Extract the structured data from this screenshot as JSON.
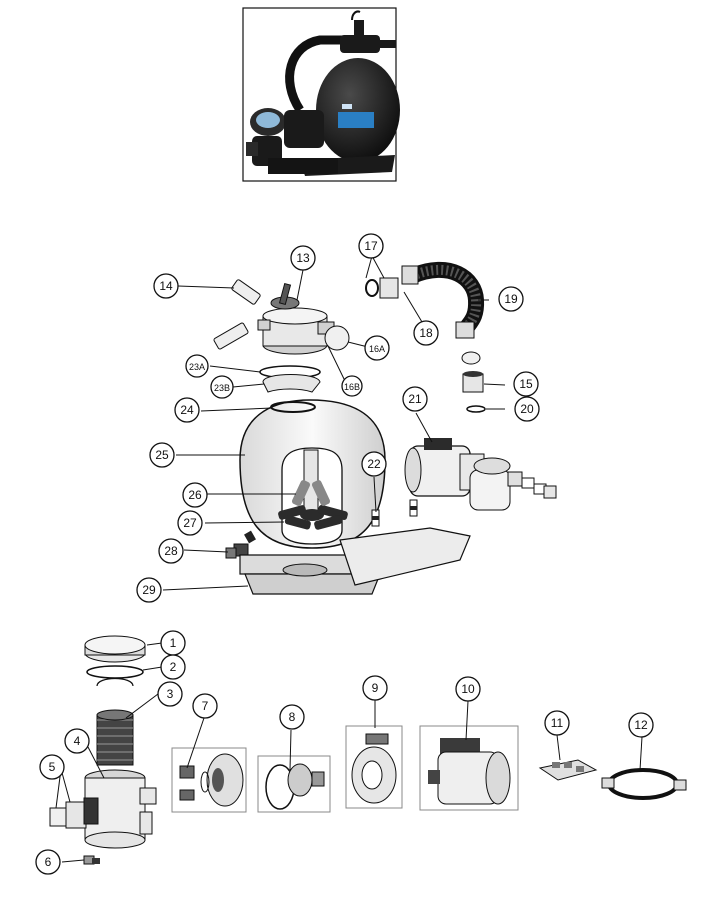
{
  "product_photo": {
    "description_icon": "sand-filter-pump-combo-photo"
  },
  "callouts": [
    {
      "id": "1",
      "label": "1"
    },
    {
      "id": "2",
      "label": "2"
    },
    {
      "id": "3",
      "label": "3"
    },
    {
      "id": "4",
      "label": "4"
    },
    {
      "id": "5",
      "label": "5"
    },
    {
      "id": "6",
      "label": "6"
    },
    {
      "id": "7",
      "label": "7"
    },
    {
      "id": "8",
      "label": "8"
    },
    {
      "id": "9",
      "label": "9"
    },
    {
      "id": "10",
      "label": "10"
    },
    {
      "id": "11",
      "label": "11"
    },
    {
      "id": "12",
      "label": "12"
    },
    {
      "id": "13",
      "label": "13"
    },
    {
      "id": "14",
      "label": "14"
    },
    {
      "id": "15",
      "label": "15"
    },
    {
      "id": "16A",
      "label": "16A"
    },
    {
      "id": "16B",
      "label": "16B"
    },
    {
      "id": "17",
      "label": "17"
    },
    {
      "id": "18",
      "label": "18"
    },
    {
      "id": "19",
      "label": "19"
    },
    {
      "id": "20",
      "label": "20"
    },
    {
      "id": "21",
      "label": "21"
    },
    {
      "id": "22",
      "label": "22"
    },
    {
      "id": "23A",
      "label": "23A"
    },
    {
      "id": "23B",
      "label": "23B"
    },
    {
      "id": "24",
      "label": "24"
    },
    {
      "id": "25",
      "label": "25"
    },
    {
      "id": "26",
      "label": "26"
    },
    {
      "id": "27",
      "label": "27"
    },
    {
      "id": "28",
      "label": "28"
    },
    {
      "id": "29",
      "label": "29"
    }
  ],
  "colors": {
    "line": "#111111",
    "tank": "#f2f2f2",
    "dark_part": "#2b2b2b",
    "label_blue": "#1e73be"
  }
}
